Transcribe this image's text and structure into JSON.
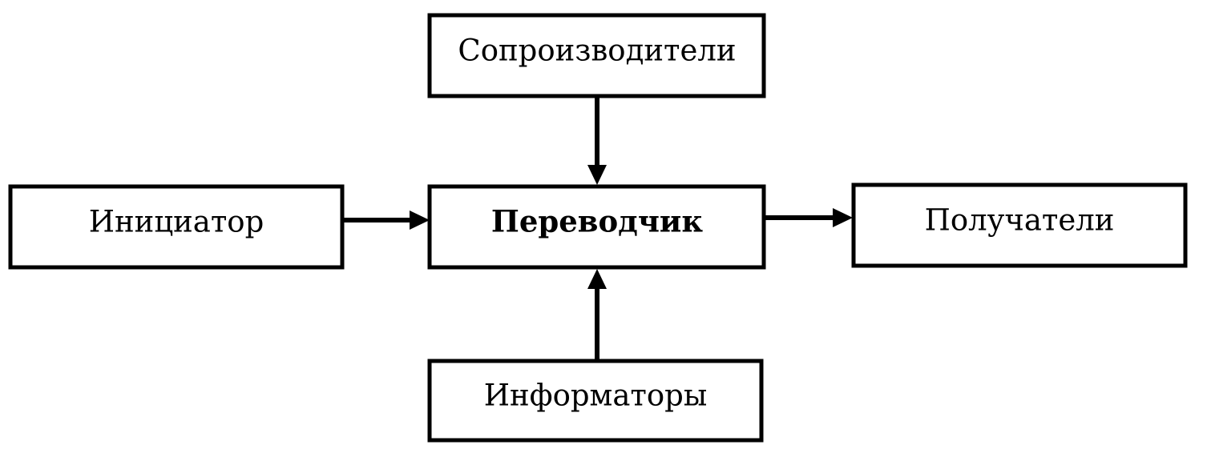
{
  "diagram": {
    "nodes": {
      "co_producers": "Сопроизводители",
      "initiator": "Инициатор",
      "translator": "Переводчик",
      "recipients": "Получатели",
      "informants": "Информаторы"
    },
    "edges": [
      {
        "from": "co_producers",
        "to": "translator"
      },
      {
        "from": "initiator",
        "to": "translator"
      },
      {
        "from": "translator",
        "to": "recipients"
      },
      {
        "from": "informants",
        "to": "translator"
      }
    ],
    "colors": {
      "stroke": "#000000",
      "fill": "#ffffff"
    }
  }
}
